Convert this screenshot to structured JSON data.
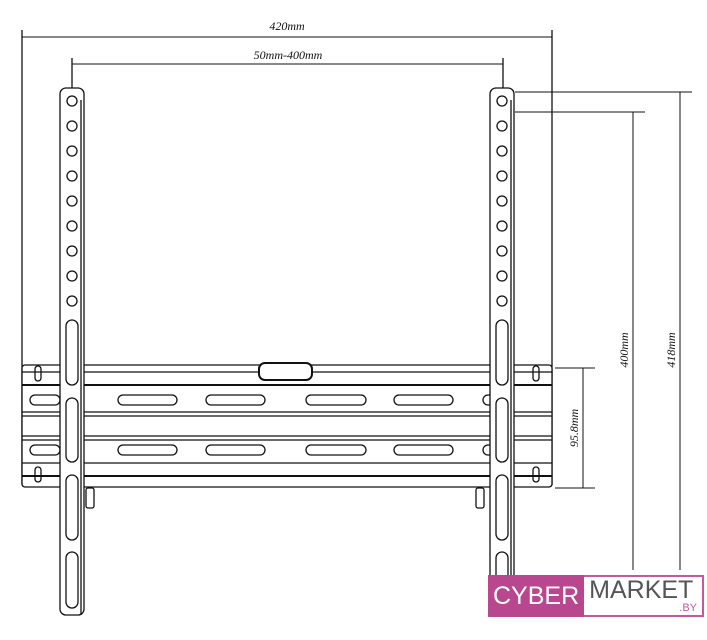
{
  "dimensions": {
    "overall_width": "420mm",
    "hole_spacing_horizontal": "50mm-400mm",
    "vertical_hole_range": "400mm",
    "overall_height": "418mm",
    "rail_height": "95.8mm"
  },
  "logo": {
    "part1": "CYBER",
    "part2": "MARKET",
    "suffix": ".BY",
    "accent": "#b8478f"
  }
}
